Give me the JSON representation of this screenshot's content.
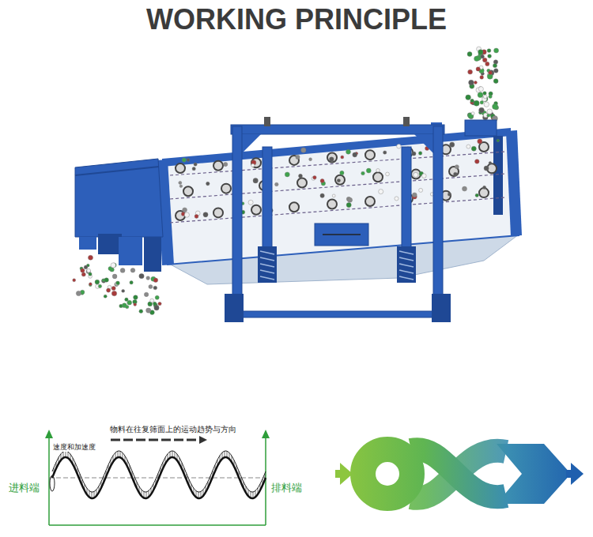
{
  "diagram": {
    "title": "WORKING PRINCIPLE",
    "labels": [
      "物料在往复筛面上的运动趋势与方向",
      "速度和加速度",
      "进料端",
      "排料端"
    ]
  }
}
